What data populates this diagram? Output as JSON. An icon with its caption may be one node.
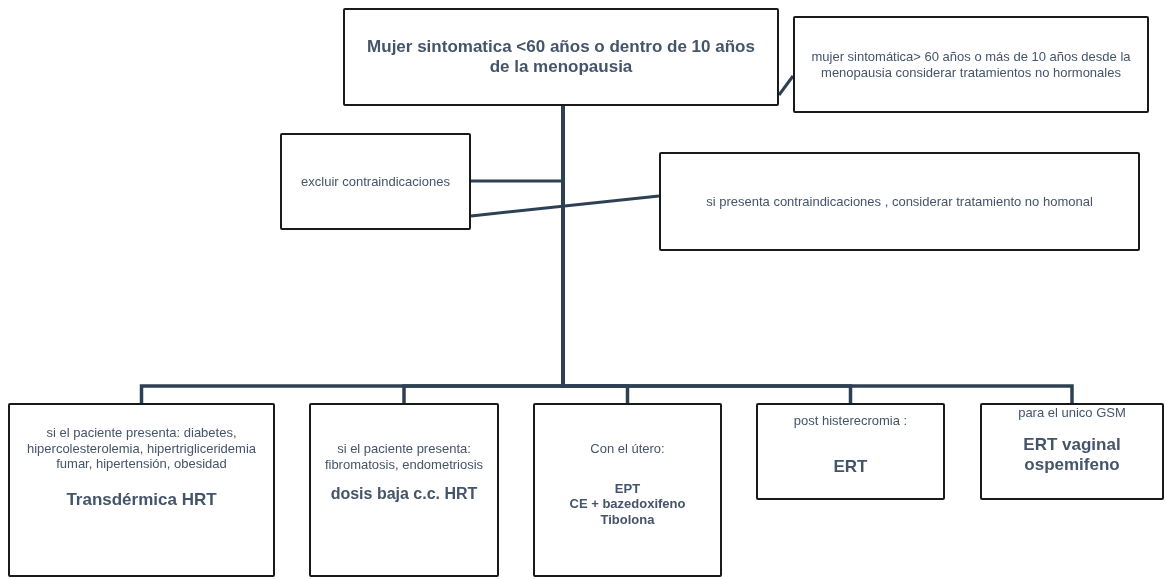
{
  "diagram": {
    "nodes": [
      {
        "text": [
          "Mujer sintomatica <60  años  o dentro de 10 años de la menopausia"
        ]
      },
      {
        "text": [
          "mujer sintomática> 60 años o más de 10 años desde la menopausia considerar tratamientos no hormonales"
        ]
      },
      {
        "text": [
          "excluir contraindicaciones"
        ]
      },
      {
        "text": [
          "si presenta contraindicaciones , considerar tratamiento no homonal"
        ]
      },
      {
        "text": [
          "si el paciente presenta: diabetes, hipercolesterolemia, hipertrigliceridemia fumar, hipertensión, obesidad",
          "Transdérmica HRT"
        ]
      },
      {
        "text": [
          "si el paciente presenta: fibromatosis, endometriosis",
          "dosis baja c.c. HRT"
        ]
      },
      {
        "text": [
          "Con el útero:",
          "EPT",
          "CE + bazedoxifeno",
          "Tibolona"
        ]
      },
      {
        "text": [
          "post histerecromia :",
          "ERT"
        ]
      },
      {
        "text": [
          "para el unico GSM",
          "ERT vaginal ospemifeno"
        ]
      }
    ],
    "edges": [
      {
        "from": 0,
        "to": 1,
        "arrow": "none"
      },
      {
        "from": 0,
        "to": 2,
        "arrow": "none"
      },
      {
        "from": 2,
        "to": 3,
        "arrow": "none"
      },
      {
        "from": 0,
        "to": 4,
        "arrow": "none"
      },
      {
        "from": 0,
        "to": 5,
        "arrow": "none"
      },
      {
        "from": 0,
        "to": 6,
        "arrow": "none"
      },
      {
        "from": 0,
        "to": 7,
        "arrow": "none"
      },
      {
        "from": 0,
        "to": 8,
        "arrow": "none"
      }
    ]
  }
}
